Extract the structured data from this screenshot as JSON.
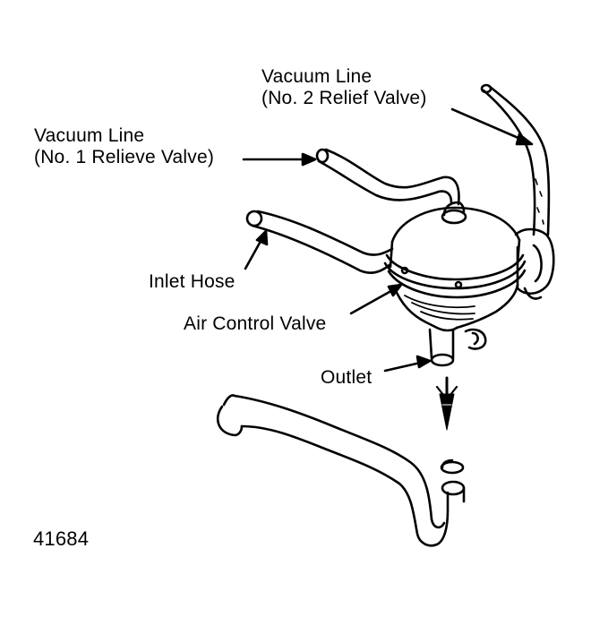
{
  "labels": {
    "vacuum_line_2": [
      "Vacuum Line",
      "(No. 2 Relief Valve)"
    ],
    "vacuum_line_1": [
      "Vacuum Line",
      "(No. 1 Relieve Valve)"
    ],
    "inlet_hose": "Inlet Hose",
    "air_control_valve": "Air Control Valve",
    "outlet": "Outlet",
    "figure_number": "41684"
  }
}
